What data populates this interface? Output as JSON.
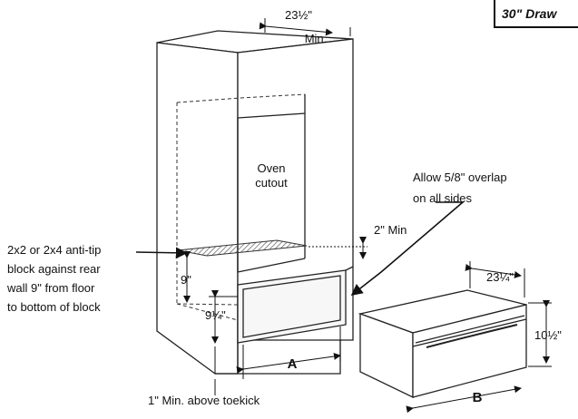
{
  "diagram": {
    "title": "30\" Draw",
    "labels": {
      "top_width": "23½\"",
      "top_min": "Min.",
      "oven_cutout_1": "Oven",
      "oven_cutout_2": "cutout",
      "overlap_1": "Allow 5/8\" overlap",
      "overlap_2": "on all sides",
      "two_min": "2\" Min",
      "antitip_1": "2x2 or 2x4 anti-tip",
      "antitip_2": "block against rear",
      "antitip_3": "wall 9\" from floor",
      "antitip_4": "to bottom of block",
      "nine": "9\"",
      "nine_quarter": "9¼\"",
      "drawer_width": "23¼\"",
      "drawer_height": "10½\"",
      "dim_a": "A",
      "dim_b": "B",
      "toekick": "1\" Min. above toekick"
    }
  }
}
